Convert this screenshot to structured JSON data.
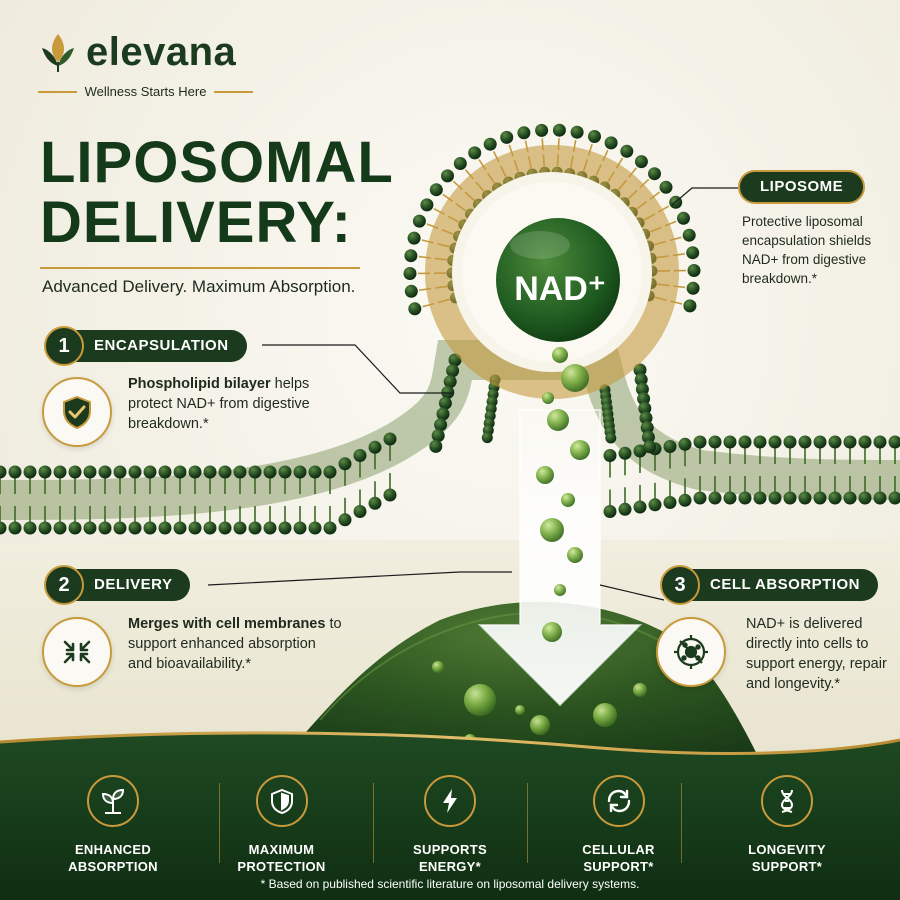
{
  "brand": {
    "name": "elevana",
    "tagline": "Wellness Starts Here"
  },
  "headline": {
    "line1": "LIPOSOMAL",
    "line2": "DELIVERY:"
  },
  "subheadline": "Advanced Delivery. Maximum Absorption.",
  "nad_label": "NAD⁺",
  "liposome": {
    "label": "LIPOSOME",
    "text": "Protective liposomal encapsulation shields NAD+ from digestive breakdown.*"
  },
  "steps": [
    {
      "number": "1",
      "label": "ENCAPSULATION",
      "bold": "Phospholipid bilayer",
      "text": " helps protect NAD+ from digestive breakdown.*",
      "icon": "shield-check-icon"
    },
    {
      "number": "2",
      "label": "DELIVERY",
      "bold": "Merges with cell membranes",
      "text": " to support enhanced absorption and bioavailability.*",
      "icon": "merge-arrows-icon"
    },
    {
      "number": "3",
      "label": "CELL ABSORPTION",
      "bold": "",
      "text": "NAD+ is delivered directly into cells to support energy, repair and longevity.*",
      "icon": "cell-target-icon"
    }
  ],
  "features": [
    {
      "line1": "ENHANCED",
      "line2": "ABSORPTION",
      "icon": "sprout-icon"
    },
    {
      "line1": "MAXIMUM",
      "line2": "PROTECTION",
      "icon": "shield-icon"
    },
    {
      "line1": "SUPPORTS",
      "line2": "ENERGY*",
      "icon": "lightning-icon"
    },
    {
      "line1": "CELLULAR",
      "line2": "SUPPORT*",
      "icon": "refresh-icon"
    },
    {
      "line1": "LONGEVITY",
      "line2": "SUPPORT*",
      "icon": "dna-icon"
    }
  ],
  "footnote": "* Based on published scientific literature on liposomal delivery systems.",
  "colors": {
    "dark_green": "#1b3a1e",
    "gold": "#c99a3b",
    "cream": "#f4f1e8",
    "bubble_green": "#7fb046"
  }
}
